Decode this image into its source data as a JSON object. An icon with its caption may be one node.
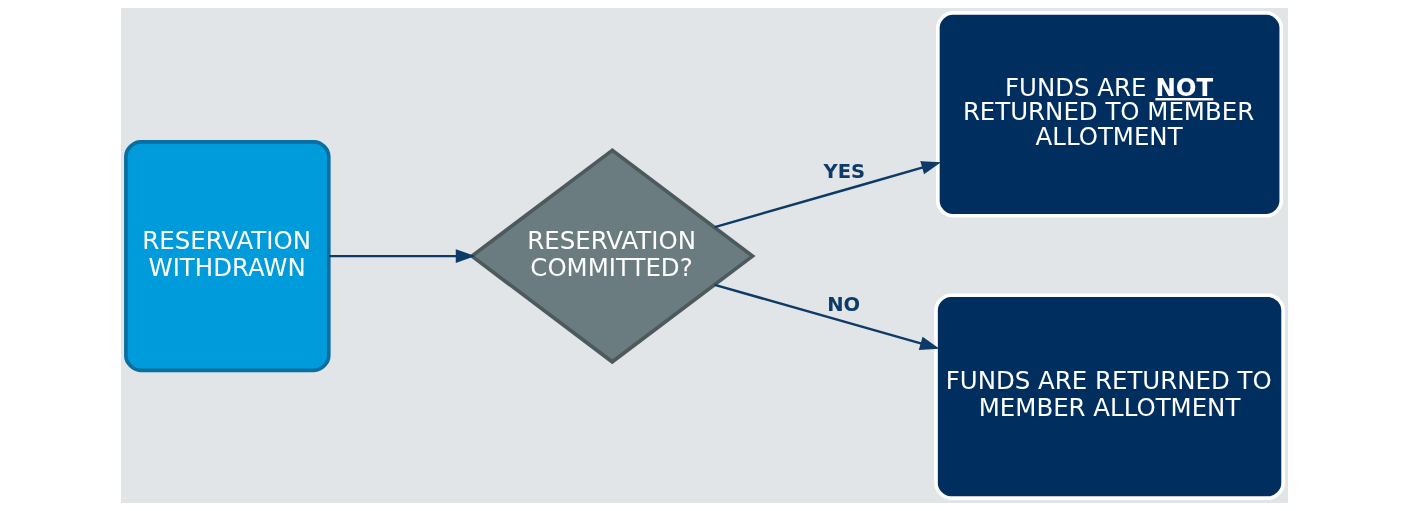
{
  "diagram": {
    "nodes": [
      {
        "text": [
          "RESERVATION WITHDRAWN"
        ]
      },
      {
        "text": [
          "RESERVATION COMMITTED?"
        ]
      },
      {
        "text": [
          "FUNDS ARE **NOT** RETURNED TO MEMBER ALLOTMENT"
        ]
      },
      {
        "text": [
          "FUNDS ARE RETURNED TO MEMBER ALLOTMENT"
        ]
      }
    ],
    "edges": [
      {
        "from": 0,
        "to": 1,
        "arrow": "to"
      },
      {
        "from": 1,
        "to": 2,
        "arrow": "to",
        "label": "YES"
      },
      {
        "from": 1,
        "to": 3,
        "arrow": "to",
        "label": "NO"
      }
    ]
  }
}
